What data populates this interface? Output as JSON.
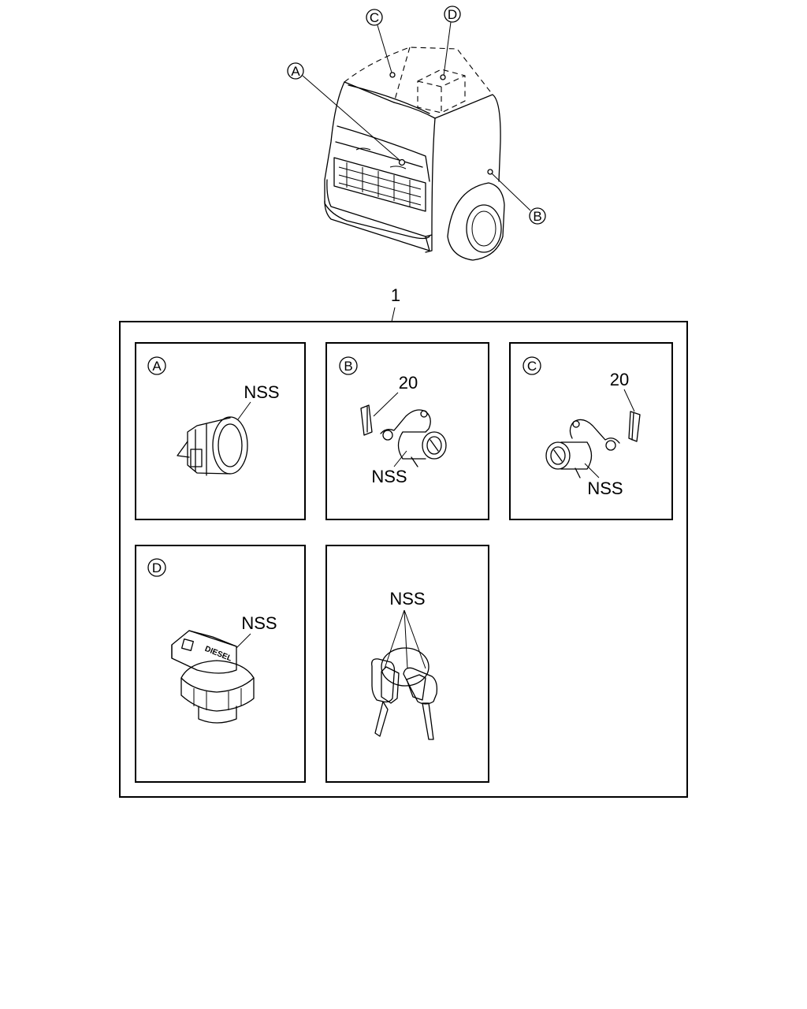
{
  "callouts": {
    "a": "A",
    "b": "B",
    "c": "C",
    "d": "D"
  },
  "assembly_number": "1",
  "panels": {
    "a": {
      "tag": "A",
      "label": "NSS"
    },
    "b": {
      "tag": "B",
      "label": "NSS",
      "part": "20"
    },
    "c": {
      "tag": "C",
      "label": "NSS",
      "part": "20"
    },
    "d": {
      "tag": "D",
      "label": "NSS",
      "cap_text": "DIESEL"
    },
    "keys": {
      "label": "NSS"
    }
  }
}
